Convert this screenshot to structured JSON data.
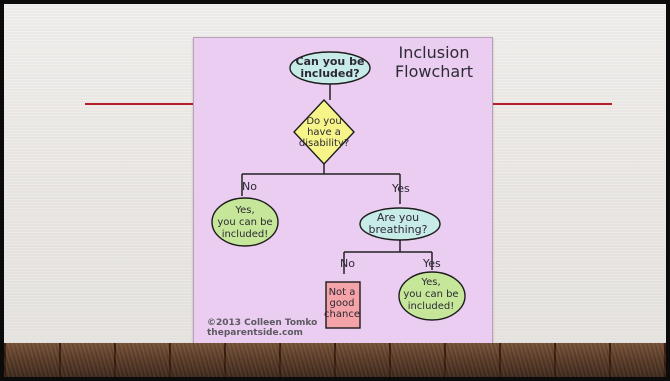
{
  "poster": {
    "title": "Inclusion\nFlowchart",
    "credit": "©2013 Colleen Tomko\ntheparentside.com"
  },
  "nodes": {
    "q1": "Can you be\nincluded?",
    "disability": "Do you\nhave a\ndisability?",
    "yes_left": "Yes,\nyou can be\nincluded!",
    "breathing": "Are you\nbreathing?",
    "not_good": "Not a\ngood\nchance",
    "yes_right": "Yes,\nyou can be\nincluded!"
  },
  "edge_labels": {
    "no_left": "No",
    "yes_left": "Yes",
    "no_right": "No",
    "yes_right": "Yes"
  },
  "colors": {
    "poster_background": "#eacdf0",
    "start_node": "#c7ece8",
    "decision_node": "#f7f58a",
    "yes_node": "#c6e79a",
    "not_good_node": "#f4a3a9",
    "accent_line": "#b51e2c"
  }
}
